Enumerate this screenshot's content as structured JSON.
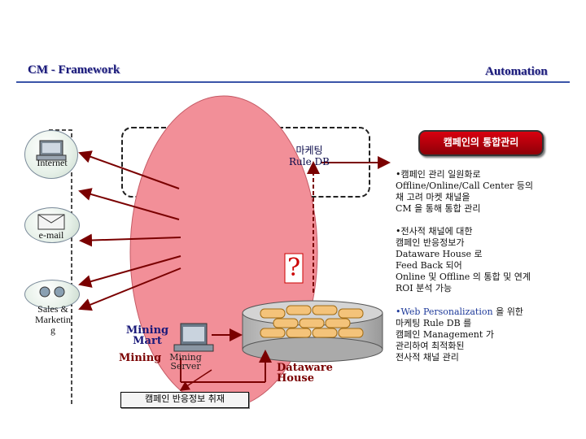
{
  "header": {
    "left_title": "CM - Framework",
    "right_title": "Automation"
  },
  "channels": [
    {
      "label": "Internet"
    },
    {
      "label": "e-mail"
    },
    {
      "label": "Sales &\nMarketin\ng"
    }
  ],
  "rule_db": {
    "label": "마케팅\nRule DB"
  },
  "question_mark": "?",
  "mining_mart": {
    "label": "Mining\nMart"
  },
  "mining": {
    "label": "Mining"
  },
  "mining_server": {
    "label": "Mining\nServer"
  },
  "dataware_house": {
    "label": "Dataware\nHouse"
  },
  "bottom_box": {
    "label": "캠페인 반응정보 취재"
  },
  "campaign_button": {
    "label": "캠페인의 통합관리"
  },
  "bullets": [
    {
      "text": "•캠페인 관리 일원화로\n Offline/Online/Call Center 등의\n 채 고려 마켓 채널을\n CM 을 통해 통합 관리"
    },
    {
      "text": "•전사적 채널에 대한\n 캠페인 반응정보가\n Dataware House 로\n Feed Back 되어\n Online 및 Offline 의 통합 및 연계\n ROI 분석 가능"
    },
    {
      "prefix": "•Web Personalization",
      "text": " 을 위한\n 마케팅 Rule DB 를\n 캠페인 Management 가\n 관리하여 최적화된\n 전사적 채널 관리"
    }
  ],
  "colors": {
    "header_text": "#1a1a7a",
    "header_line": "#3a54a8",
    "ellipse_fill": "#f28f98",
    "campaign_button": "#c4000d",
    "arrow": "#7a0000",
    "highlight_text": "#1e3a9a"
  }
}
